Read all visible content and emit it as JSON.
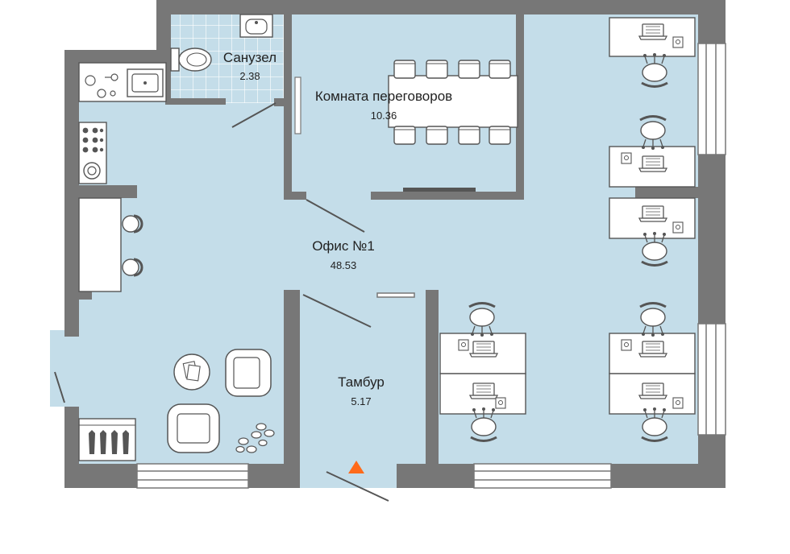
{
  "rooms": {
    "bathroom": {
      "name": "Санузел",
      "area": "2.38"
    },
    "meeting": {
      "name": "Комната переговоров",
      "area": "10.36"
    },
    "office": {
      "name": "Офис №1",
      "area": "48.53"
    },
    "vestibule": {
      "name": "Тамбур",
      "area": "5.17"
    }
  },
  "colors": {
    "floor": "#c4dde9",
    "wall": "#777777",
    "window": "#ffffff",
    "furniture": "#ffffff",
    "line": "#555555",
    "tile": "#a9cde1",
    "entrance_marker": "#ff6a1a"
  },
  "icons": [
    "laptop-icon",
    "office-chair-icon",
    "armchair-icon",
    "plant-icon",
    "stove-icon",
    "sink-icon",
    "toilet-icon",
    "entrance-arrow-icon"
  ]
}
